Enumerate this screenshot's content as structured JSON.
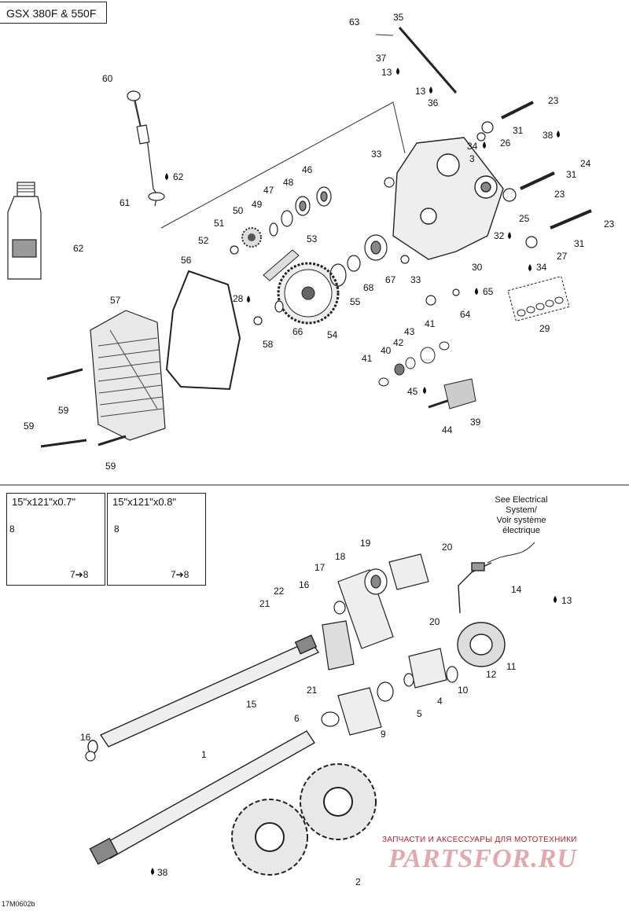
{
  "title": "GSX 380F & 550F",
  "drawing_code": "17M0602b",
  "reference_note": "See Electrical\nSystem/\nVoir système\nélectrique",
  "variants": [
    {
      "label": "15\"x121\"x0.7\"",
      "part_a": "8",
      "replacement": "7➔8"
    },
    {
      "label": "15\"x121\"x0.8\"",
      "part_a": "8",
      "replacement": "7➔8"
    }
  ],
  "watermark": {
    "top_text": "ЗАПЧАСТИ И АКСЕССУАРЫ ДЛЯ МОТОТЕХНИКИ",
    "brand": "PARTSFOR.RU"
  },
  "callouts": [
    "63",
    "35",
    "37",
    "13",
    "13",
    "36",
    "23",
    "31",
    "26",
    "34",
    "38",
    "60",
    "3",
    "33",
    "24",
    "31",
    "23",
    "62",
    "46",
    "48",
    "47",
    "61",
    "49",
    "50",
    "25",
    "23",
    "51",
    "32",
    "31",
    "52",
    "53",
    "27",
    "30",
    "34",
    "62",
    "56",
    "57",
    "67",
    "68",
    "33",
    "65",
    "28",
    "66",
    "54",
    "55",
    "64",
    "29",
    "58",
    "41",
    "43",
    "42",
    "40",
    "41",
    "45",
    "59",
    "44",
    "39",
    "59",
    "59",
    "19",
    "20",
    "18",
    "17",
    "16",
    "22",
    "21",
    "14",
    "13",
    "20",
    "15",
    "12",
    "11",
    "10",
    "4",
    "5",
    "21",
    "6",
    "9",
    "16",
    "1",
    "38",
    "2"
  ],
  "lubricant_marks": [
    "62",
    "28",
    "32",
    "34",
    "13",
    "65",
    "45",
    "34",
    "38",
    "13",
    "13",
    "38"
  ]
}
